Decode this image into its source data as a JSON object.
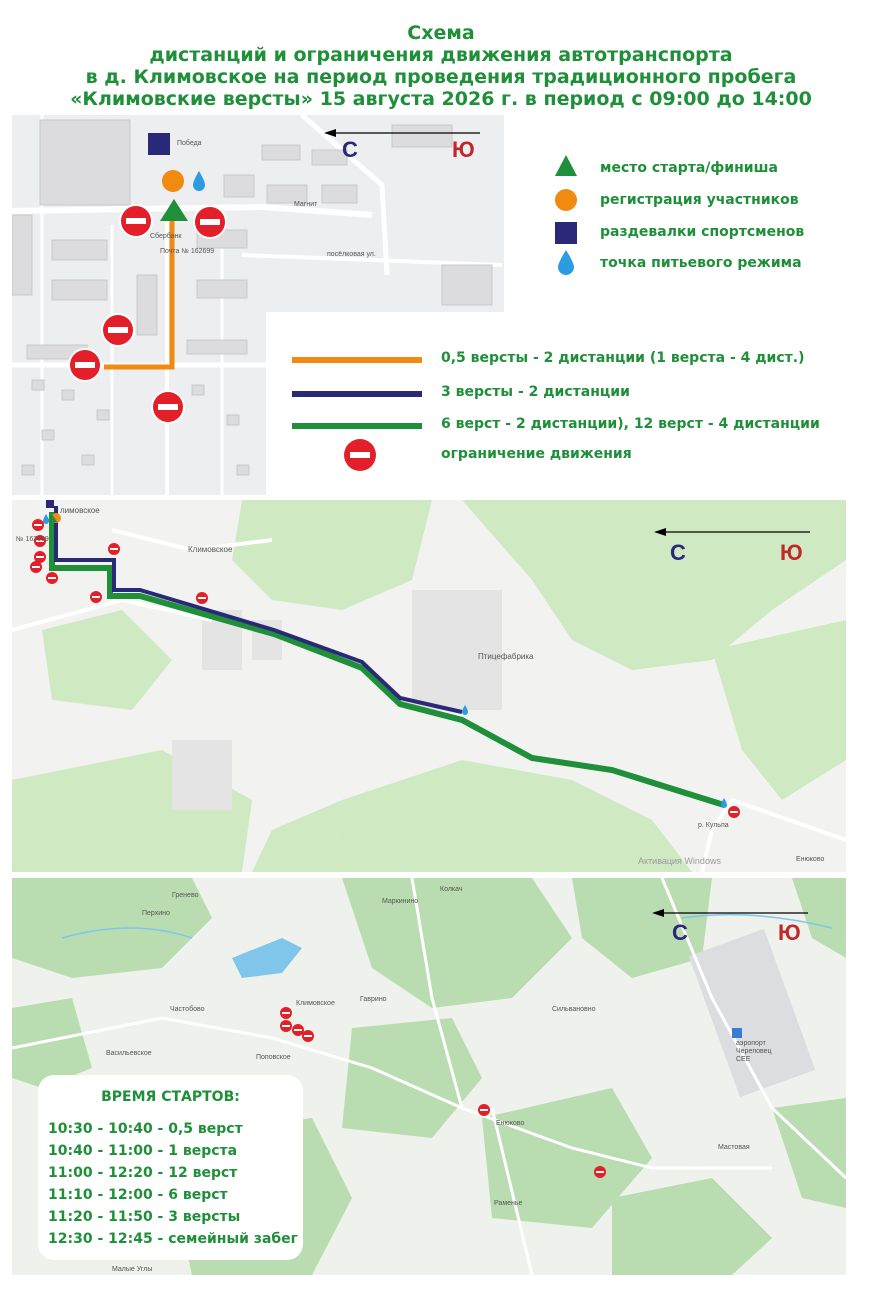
{
  "title": {
    "line1": "Схема",
    "line2": "дистанций и ограничения движения автотранспорта",
    "line3": "в д. Климовское на период проведения традиционного пробега",
    "line4": "«Климовские версты» 15 августа 2026 г. в период с 09:00 до 14:00"
  },
  "compass": {
    "north": "С",
    "south": "Ю"
  },
  "legend_points": [
    {
      "icon": "triangle-icon",
      "label": "место старта/финиша",
      "color": "#1f8f3a"
    },
    {
      "icon": "circle-icon",
      "label": "регистрация участников",
      "color": "#f08a10"
    },
    {
      "icon": "square-icon",
      "label": "раздевалки спортсменов",
      "color": "#2a2878"
    },
    {
      "icon": "drop-icon",
      "label": "точка питьевого режима",
      "color": "#2d9be0"
    }
  ],
  "legend_routes": [
    {
      "label": "0,5 версты - 2 дистанции (1 верста - 4 дист.)",
      "color": "#f08a10"
    },
    {
      "label": "3 версты - 2 дистанции",
      "color": "#2a2878"
    },
    {
      "label": "6 верст - 2 дистанции), 12 верст - 4 дистанции",
      "color": "#1f8f3a"
    },
    {
      "label": "ограничение движения",
      "color": "#e3202a",
      "icon": "no-entry-icon"
    }
  ],
  "map1_labels": {
    "pobeda": "Победа",
    "magnit": "Магнит",
    "sberbank": "Сбербанк",
    "post": "Почта № 162699",
    "street": "посёлковая ул."
  },
  "map2_labels": {
    "klimovskoe_top": "лимовское",
    "klimovskoe": "Климовское",
    "post": "№ 162699",
    "poultry": "Птицефабрика",
    "enkovo": "Енюково",
    "river": "р. Кульпа",
    "watermark": "Активация Windows"
  },
  "map3_labels": {
    "grenevo": "Гренево",
    "kolkach": "Колкач",
    "markovo": "Маркинино",
    "perkhino": "Перхино",
    "chastovo": "Частобово",
    "vasilevskoe": "Васильевское",
    "polovskoe": "Поповское",
    "gavrino": "Гаврино",
    "klim": "Климовское",
    "silivanovo": "Сильвановно",
    "airport1": "аэропорт",
    "airport2": "Череповец",
    "airport3": "CEE",
    "enkovo": "Енюково",
    "mastovaya": "Мастовая",
    "ramenie": "Раменье",
    "malye": "Малые Углы"
  },
  "starts": {
    "title": "ВРЕМЯ СТАРТОВ:",
    "rows": [
      "10:30 - 10:40 - 0,5 верст",
      "10:40 - 11:00 - 1 верста",
      "11:00 - 12:20 - 12 верст",
      "11:10 - 12:00 - 6 верст",
      "11:20 - 11:50 - 3 версты",
      "12:30 - 12:45 - семейный забег"
    ]
  }
}
